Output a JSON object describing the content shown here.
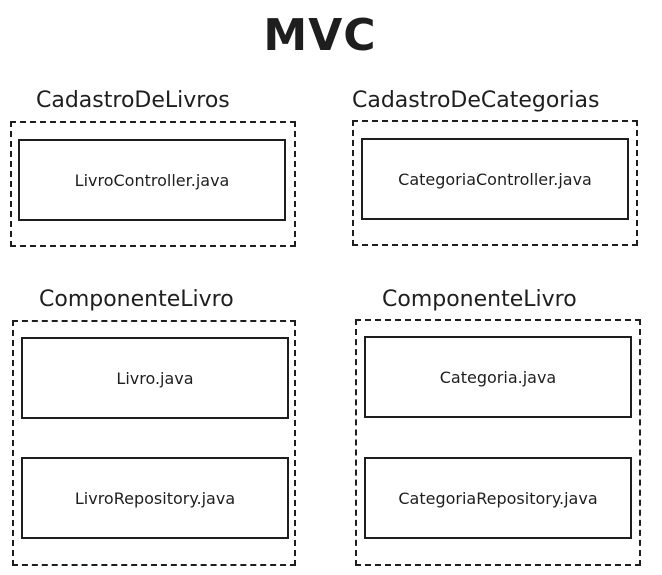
{
  "title": "MVC",
  "packages": [
    {
      "label": "CadastroDeLivros",
      "classes": [
        "LivroController.java"
      ]
    },
    {
      "label": "CadastroDeCategorias",
      "classes": [
        "CategoriaController.java"
      ]
    },
    {
      "label": "ComponenteLivro",
      "classes": [
        "Livro.java",
        "LivroRepository.java"
      ]
    },
    {
      "label": "ComponenteLivro",
      "classes": [
        "Categoria.java",
        "CategoriaRepository.java"
      ]
    }
  ]
}
